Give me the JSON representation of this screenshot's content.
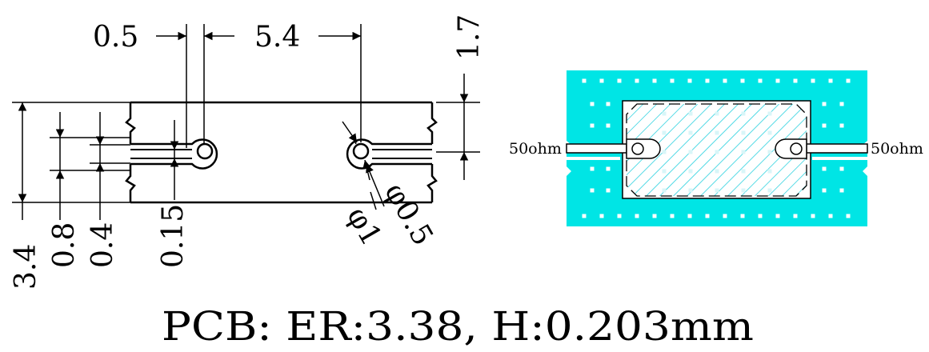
{
  "dimensions": {
    "gap": "0.5",
    "span": "5.4",
    "right_len": "1.7",
    "total_height": "3.4",
    "h1": "0.8",
    "h2": "0.4",
    "line_width": "0.15",
    "hole_outer": "φ1",
    "hole_inner": "φ0.5"
  },
  "layout_view": {
    "left_port": "50ohm",
    "right_port": "50ohm"
  },
  "caption": "PCB: ER:3.38, H:0.203mm",
  "colors": {
    "board": "#00e5e5",
    "line": "#000000"
  }
}
